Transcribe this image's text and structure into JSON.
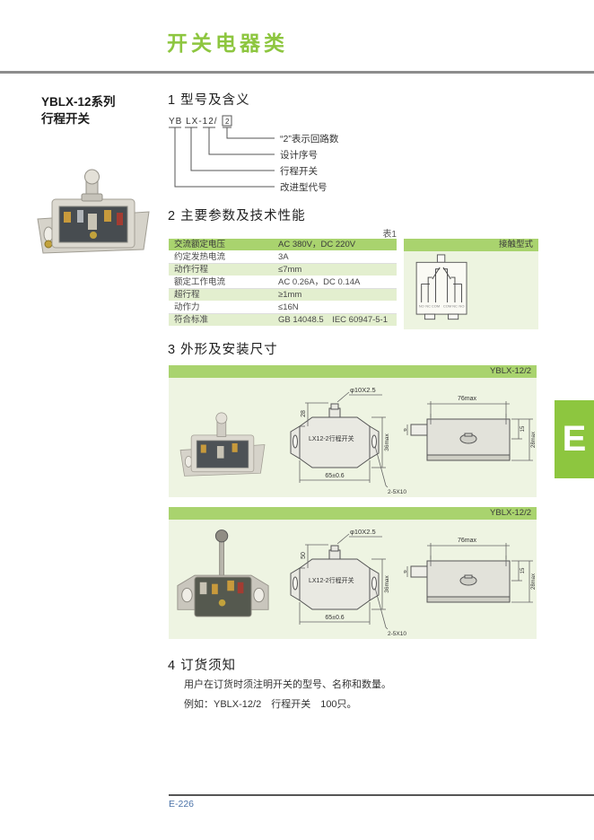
{
  "page": {
    "title": "开关电器类",
    "footer_code": "E-226",
    "side_tab": "E"
  },
  "colors": {
    "accent_green": "#8dc63f",
    "bar_green": "#a9d36e",
    "row_light_green": "#e3efcf",
    "panel_bg": "#eef4e2",
    "footer_blue": "#4a72a8"
  },
  "sidebar": {
    "series": "YBLX-12系列",
    "product": "行程开关"
  },
  "model_section": {
    "heading": "1 型号及含义",
    "code_prefix": "YB LX-12/",
    "code_boxed": "2",
    "labels": [
      "“2”表示回路数",
      "设计序号",
      "行程开关",
      "改进型代号"
    ]
  },
  "params_section": {
    "heading": "2 主要参数及技术性能",
    "table_caption": "表1",
    "rows": [
      {
        "param": "交流额定电压",
        "value": "AC 380V，DC 220V"
      },
      {
        "param": "约定发热电流",
        "value": "3A"
      },
      {
        "param": "动作行程",
        "value": "≤7mm"
      },
      {
        "param": "额定工作电流",
        "value": "AC 0.26A，DC 0.14A"
      },
      {
        "param": "超行程",
        "value": "≥1mm"
      },
      {
        "param": "动作力",
        "value": "≤16N"
      },
      {
        "param": "符合标准",
        "value": "GB 14048.5　IEC 60947-5-1"
      }
    ],
    "contact": {
      "header": "接触型式",
      "terminals": [
        "NO",
        "NC",
        "COM",
        "COM",
        "NC",
        "NO"
      ]
    }
  },
  "dimensions_section": {
    "heading": "3 外形及安装尺寸",
    "panels": [
      {
        "badge": "YBLX-12/2",
        "plunger_dim": "φ10X2.5",
        "height_dim": "28",
        "body_label": "LX12-2行程开关",
        "body_height": "36max",
        "body_width": "65±0.6",
        "slots": "2-5X10",
        "side_width": "76max",
        "side_offset": "6",
        "side_h1": "15",
        "side_h2": "28max"
      },
      {
        "badge": "YBLX-12/2",
        "plunger_dim": "φ10X2.5",
        "height_dim": "50",
        "body_label": "LX12-2行程开关",
        "body_height": "36max",
        "body_width": "65±0.6",
        "slots": "2-5X10",
        "side_width": "76max",
        "side_offset": "6",
        "side_h1": "15",
        "side_h2": "28max"
      }
    ]
  },
  "ordering_section": {
    "heading": "4 订货须知",
    "note": "用户在订货时须注明开关的型号、名称和数量。",
    "example": "例如：YBLX-12/2　行程开关　100只。"
  }
}
